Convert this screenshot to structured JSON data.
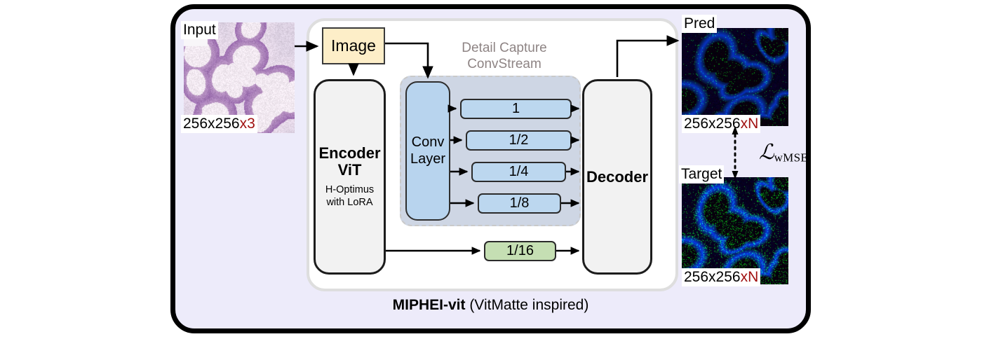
{
  "figure": {
    "caption_bold": "MIPHEI-vit",
    "caption_rest": " (VitMatte inspired)"
  },
  "input_panel": {
    "label": "Input",
    "dim_prefix": "256x256",
    "dim_suffix": "x3"
  },
  "model": {
    "image_box": "Image",
    "encoder": {
      "title_line1": "Encoder",
      "title_line2": "ViT",
      "sub_line1": "H-Optimus",
      "sub_line2": "with LoRA"
    },
    "convstream": {
      "label_line1": "Detail Capture",
      "label_line2": "ConvStream",
      "conv_layer_line1": "Conv",
      "conv_layer_line2": "Layer",
      "scales": [
        {
          "label": "1"
        },
        {
          "label": "1/2"
        },
        {
          "label": "1/4"
        },
        {
          "label": "1/8"
        }
      ]
    },
    "bypass_scale": "1/16",
    "decoder": "Decoder"
  },
  "outputs": {
    "pred": {
      "label": "Pred",
      "dim_prefix": "256x256",
      "dim_suffix": "xN"
    },
    "target": {
      "label": "Target",
      "dim_prefix": "256x256",
      "dim_suffix": "xN"
    },
    "loss": {
      "symbol": "ℒ",
      "subscript": "wMSE"
    }
  },
  "colors": {
    "frame": "#000000",
    "background": "#edebfa",
    "panel": "#ffffff",
    "image_box": "#fdeec8",
    "conv_blue": "#b8d4ee",
    "scale_blue": "#bcd7ef",
    "scale_green": "#c5dfb3",
    "convstream_fill": "#ced6e4",
    "block_gray": "#f2f2f2",
    "label_gray": "#8e8484",
    "accent_red": "#a01010"
  }
}
